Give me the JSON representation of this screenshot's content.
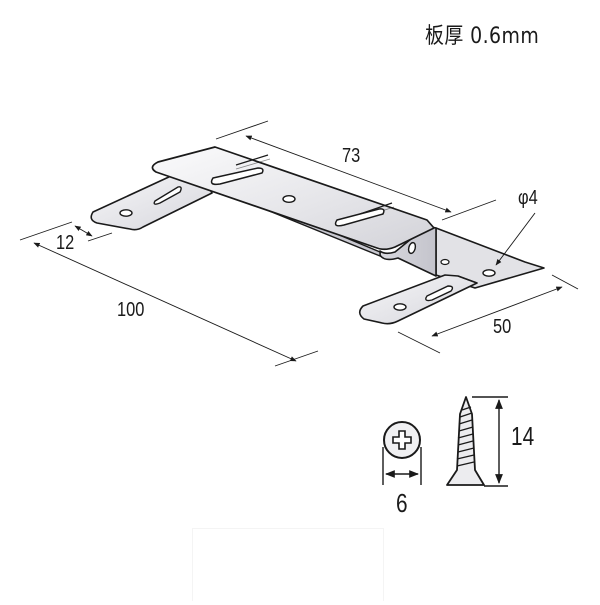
{
  "title": "板厚 0.6mm",
  "bracket": {
    "dimensions": {
      "overall_length": "100",
      "middle_span": "73",
      "tab_width": "12",
      "right_leg_length": "50",
      "hole_diameter": "φ4"
    }
  },
  "screw": {
    "head_diameter": "6",
    "length": "14"
  },
  "colors": {
    "line": "#1a1a1a",
    "metal_light": "#f2f2f4",
    "metal_mid": "#d9d9de",
    "metal_dark": "#b8b8c0"
  }
}
